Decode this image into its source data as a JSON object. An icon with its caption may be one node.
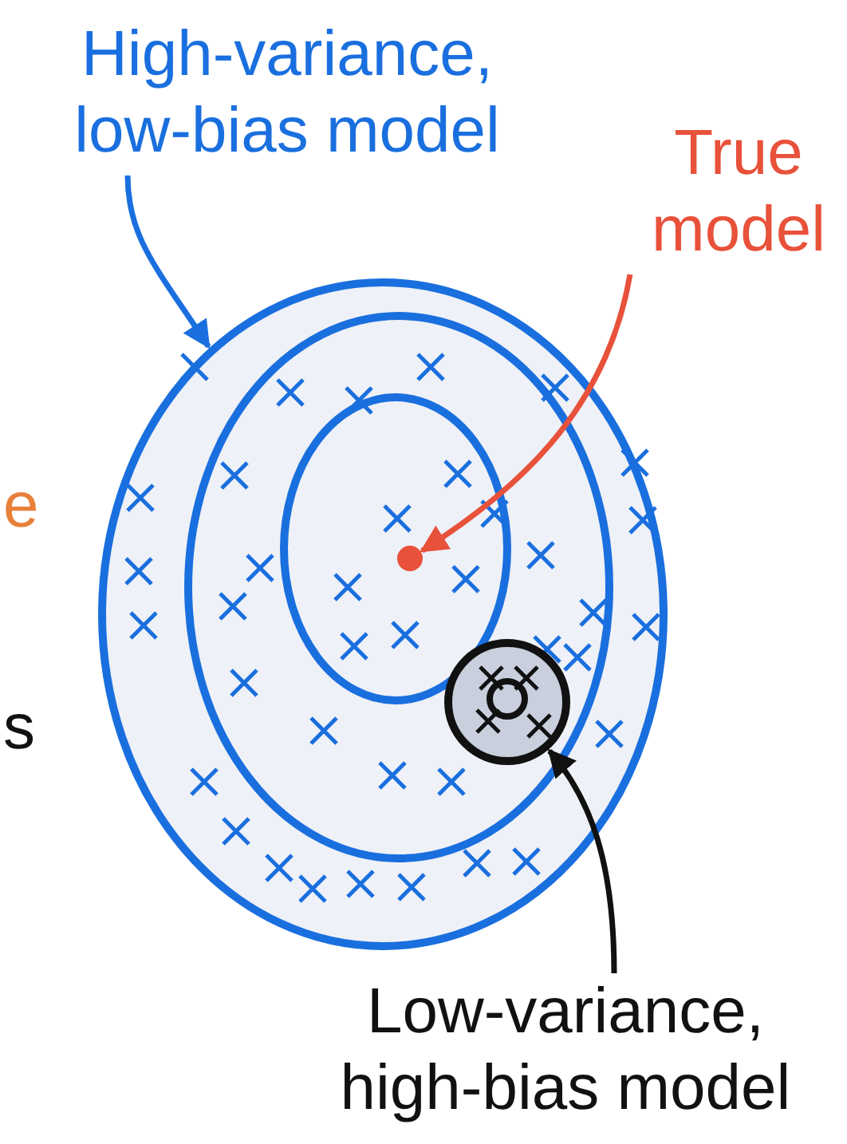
{
  "diagram": {
    "nodes": [
      {
        "text": [
          "High-variance, low-bias model"
        ]
      },
      {
        "text": [],
        "shape": "ellipse"
      },
      {
        "text": [
          "True model"
        ]
      },
      {
        "text": [],
        "shape": "circle",
        "in": 1
      },
      {
        "text": [
          "Low-variance, high-bias model"
        ]
      },
      {
        "text": [],
        "shape": "circle",
        "in": 1
      }
    ],
    "edges": [
      {
        "from": 0,
        "to": 1,
        "arrow": "to",
        "color": "#1a6fdf"
      },
      {
        "from": 2,
        "to": 3,
        "arrow": "to",
        "color": "#e8513a"
      },
      {
        "from": 4,
        "to": 5,
        "arrow": "to",
        "color": "#111111"
      }
    ],
    "labels": [
      "e",
      "s"
    ]
  }
}
